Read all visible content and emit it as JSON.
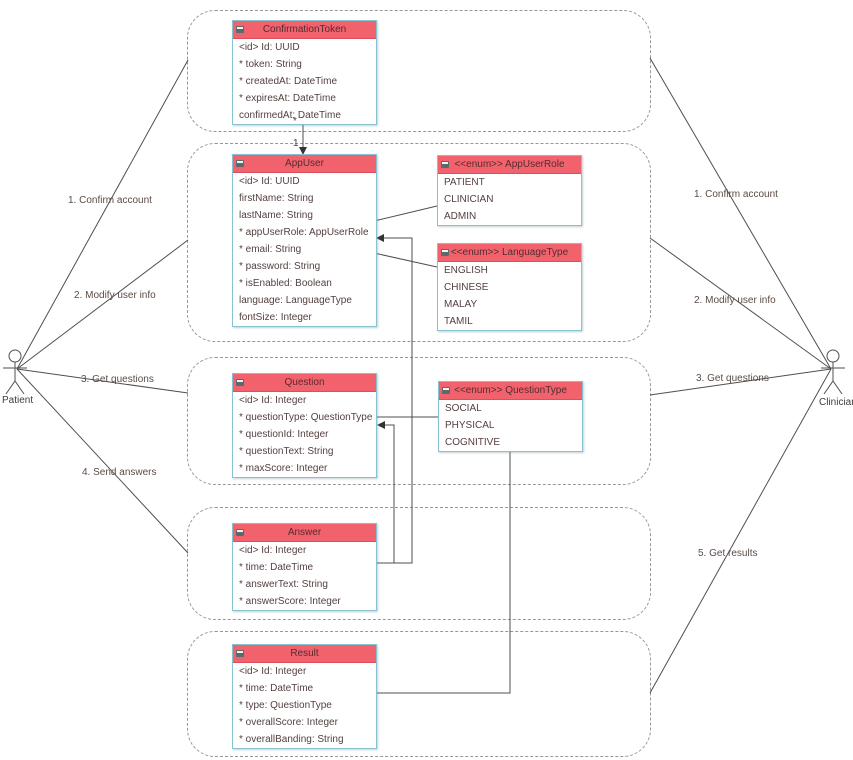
{
  "diagram": {
    "colors": {
      "entity_header_fill": "#f2626c",
      "entity_border": "#86c2cf",
      "boundary_dash": "#979797",
      "edge_line": "#4f4f4f",
      "attribute_text": "#554040",
      "title_text": "#532c31"
    },
    "actors": [
      {
        "name": "Patient"
      },
      {
        "name": "Clinician"
      }
    ],
    "use_cases_left": [
      "1. Confirm account",
      "2. Modify user info",
      "3. Get questions",
      "4. Send answers"
    ],
    "use_cases_right": [
      "1. Confirm account",
      "2. Modify user info",
      "3. Get questions",
      "5. Get results"
    ],
    "multiplicities": {
      "token_end": "*",
      "appuser_end": "1"
    },
    "entities": [
      {
        "title": "ConfirmationToken",
        "rows": [
          "<id> Id: UUID",
          "* token: String",
          "* createdAt: DateTime",
          "* expiresAt: DateTime",
          "confirmedAt: DateTime"
        ]
      },
      {
        "title": "AppUser",
        "rows": [
          "<id> Id: UUID",
          "firstName: String",
          "lastName: String",
          "* appUserRole: AppUserRole",
          "* email: String",
          "* password: String",
          "* isEnabled: Boolean",
          "language: LanguageType",
          "fontSize: Integer"
        ]
      },
      {
        "title": "<<enum>> AppUserRole",
        "rows": [
          "PATIENT",
          "CLINICIAN",
          "ADMIN"
        ]
      },
      {
        "title": "<<enum>> LanguageType",
        "rows": [
          "ENGLISH",
          "CHINESE",
          "MALAY",
          "TAMIL"
        ]
      },
      {
        "title": "Question",
        "rows": [
          "<id> Id: Integer",
          "* questionType: QuestionType",
          "* questionId: Integer",
          "* questionText: String",
          "* maxScore: Integer"
        ]
      },
      {
        "title": "<<enum>> QuestionType",
        "rows": [
          "SOCIAL",
          "PHYSICAL",
          "COGNITIVE"
        ]
      },
      {
        "title": "Answer",
        "rows": [
          "<id> Id: Integer",
          "* time: DateTime",
          "* answerText: String",
          "* answerScore: Integer"
        ]
      },
      {
        "title": "Result",
        "rows": [
          "<id> Id: Integer",
          "* time: DateTime",
          "* type: QuestionType",
          "* overallScore: Integer",
          "* overallBanding: String"
        ]
      }
    ]
  }
}
